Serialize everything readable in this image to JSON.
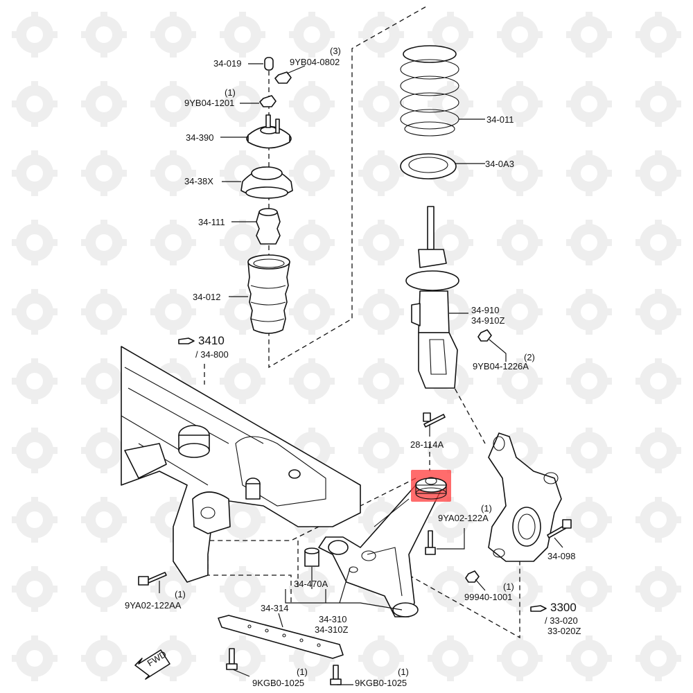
{
  "diagram": {
    "part_labels": {
      "p34_019": "34-019",
      "p9yb04_0802": "9YB04-0802",
      "p9yb04_0802_qty": "(3)",
      "p9yb04_1201": "9YB04-1201",
      "p9yb04_1201_qty": "(1)",
      "p34_390": "34-390",
      "p34_38x": "34-38X",
      "p34_111": "34-111",
      "p34_012": "34-012",
      "p34_011": "34-011",
      "p34_0a3": "34-0A3",
      "p34_910": "34-910",
      "p34_910z": "34-910Z",
      "p9yb04_1226a": "9YB04-1226A",
      "p9yb04_1226a_qty": "(2)",
      "ref_3410": "3410",
      "p34_800": "/ 34-800",
      "p28_114a": "28-114A",
      "p9ya02_122a": "9YA02-122A",
      "p9ya02_122a_qty": "(1)",
      "p34_098": "34-098",
      "p34_470a": "34-470A",
      "p9ya02_122aa": "9YA02-122AA",
      "p9ya02_122aa_qty": "(1)",
      "p34_314": "34-314",
      "p34_310": "34-310",
      "p34_310z": "34-310Z",
      "p99940_1001": "99940-1001",
      "p99940_1001_qty": "(1)",
      "ref_3300": "3300",
      "p33_020": "/ 33-020",
      "p33_020z": "33-020Z",
      "p9kgb0_1025_left": "9KGB0-1025",
      "p9kgb0_1025_left_qty": "(1)",
      "p9kgb0_1025_right": "9KGB0-1025",
      "p9kgb0_1025_right_qty": "(1)",
      "fwd": "FWD"
    },
    "highlight_color": "#ff3b3b",
    "line_color": "#111111",
    "watermark_color": "#eeeeee"
  }
}
